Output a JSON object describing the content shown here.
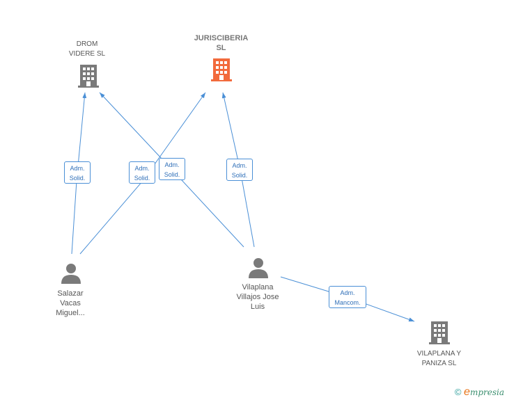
{
  "nodes": {
    "drom": {
      "name_line1": "DROM",
      "name_line2": "VIDERE  SL",
      "icon": "building-icon",
      "color": "#7a7a7a"
    },
    "juris": {
      "name_line1": "JURISCIBERIA",
      "name_line2": "SL",
      "icon": "building-icon",
      "color": "#f26a3c"
    },
    "vilaplana_panizza": {
      "name_line1": "VILAPLANA Y",
      "name_line2": "PANIZA  SL",
      "icon": "building-icon",
      "color": "#7a7a7a"
    },
    "salazar": {
      "name_line1": "Salazar",
      "name_line2": "Vacas",
      "name_line3": "Miguel...",
      "icon": "person-icon"
    },
    "vilaplana": {
      "name_line1": "Vilaplana",
      "name_line2": "Villajos Jose",
      "name_line3": "Luis",
      "icon": "person-icon"
    }
  },
  "edges": [
    {
      "line1": "Adm.",
      "line2": "Solid."
    },
    {
      "line1": "Adm.",
      "line2": "Solid."
    },
    {
      "line1": "Adm.",
      "line2": "Solid."
    },
    {
      "line1": "Adm.",
      "line2": "Solid."
    },
    {
      "line1": "Adm.",
      "line2": "Mancom."
    }
  ],
  "colors": {
    "edge": "#4a8fd6"
  },
  "footer": {
    "copyright": "©",
    "brand_e": "e",
    "brand_rest": "mpresia"
  }
}
